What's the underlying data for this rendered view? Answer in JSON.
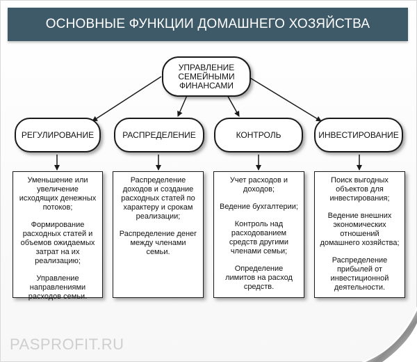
{
  "title": "ОСНОВНЫЕ ФУНКЦИИ ДОМАШНЕГО ХОЗЯЙСТВА",
  "root": {
    "lines": [
      "УПРАВЛЕНИЕ",
      "СЕМЕЙНЫМИ",
      "ФИНАНСАМИ"
    ]
  },
  "branches": [
    {
      "label": "РЕГУЛИРОВАНИЕ",
      "items": [
        "Уменьшение или увеличение исходящих денежных потоков;",
        "Формирование расходных статей и объемов ожидаемых затрат на их реализацию;",
        "Управление направлениями расходов семьи."
      ]
    },
    {
      "label": "РАСПРЕДЕЛЕНИЕ",
      "items": [
        "Распределение доходов и создание расходных статей по характеру и срокам реализации;",
        "Распределение денег между членами семьи."
      ]
    },
    {
      "label": "КОНТРОЛЬ",
      "items": [
        "Учет расходов и доходов;",
        "Ведение бухгалтерии;",
        "Контроль над расходованием средств другими членами семьи;",
        "Определение лимитов на расход средств."
      ]
    },
    {
      "label": "ИНВЕСТИРОВАНИЕ",
      "items": [
        "Поиск выгодных объектов для инвестирования;",
        "Ведение внешних экономических отношений домашнего хозяйства;",
        "Распределение прибылей от инвестиционной деятельности."
      ]
    }
  ],
  "watermark": "PASPROFIT.RU",
  "colors": {
    "title_bg": "#3e5a68",
    "title_text": "#ffffff",
    "border": "#1a1a1a",
    "watermark": "#cfcfcf"
  }
}
